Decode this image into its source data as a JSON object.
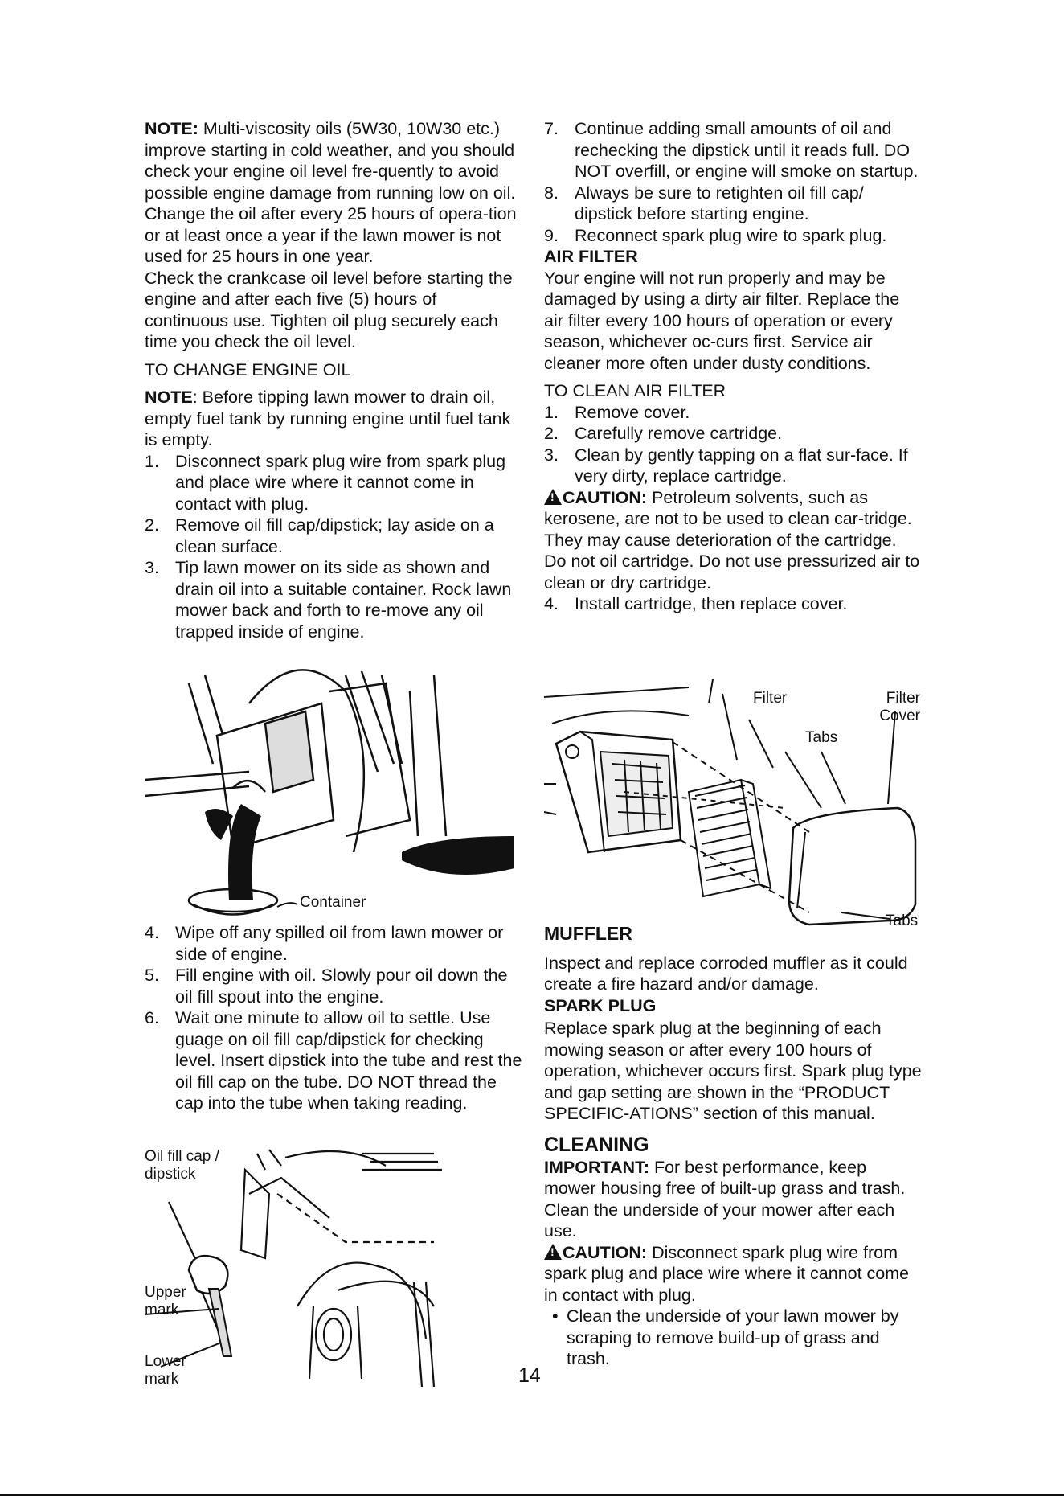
{
  "left": {
    "note1_label": "NOTE:",
    "note1_text": " Multi-viscosity oils (5W30, 10W30 etc.) improve starting in cold weather, and you should check your engine oil level fre-quently to avoid possible engine damage from running low on oil.",
    "change_text": "Change the oil after every 25 hours of opera-tion or at least once a year if the lawn mower is not used for 25 hours in one year.",
    "check_text": "Check the crankcase oil level before starting the engine and after each five (5) hours of continuous use. Tighten oil plug securely each time you check the oil level.",
    "to_change_heading": "TO CHANGE ENGINE OIL",
    "note2_label": "NOTE",
    "note2_text": ": Before tipping lawn mower to drain oil, empty fuel tank by running engine until fuel tank is empty.",
    "steps_a": [
      {
        "num": "1.",
        "text": "Disconnect spark plug wire from spark plug and place wire where it cannot come in contact with plug."
      },
      {
        "num": "2.",
        "text": "Remove oil fill cap/dipstick; lay aside on a clean surface."
      },
      {
        "num": "3.",
        "text": "Tip lawn mower on its side as shown and drain oil into a suitable container. Rock lawn mower back and forth to re-move any oil trapped inside of engine."
      }
    ],
    "fig1_container_label": "Container",
    "steps_b": [
      {
        "num": "4.",
        "text": "Wipe off any spilled oil from lawn mower or side of engine."
      },
      {
        "num": "5.",
        "text": "Fill engine with oil. Slowly pour oil down the oil fill spout into the engine."
      },
      {
        "num": "6.",
        "text": "Wait one minute to allow oil to settle. Use guage on oil fill cap/dipstick for checking level. Insert dipstick into the tube and rest the oil fill cap on the tube. DO NOT thread the cap into the tube when taking reading."
      }
    ],
    "fig2_labels": {
      "cap_line1": "Oil fill cap /",
      "cap_line2": "dipstick",
      "upper_line1": "Upper",
      "upper_line2": "mark",
      "lower_line1": "Lower",
      "lower_line2": "mark"
    }
  },
  "right": {
    "steps_c": [
      {
        "num": "7.",
        "text": "Continue adding small amounts of oil and rechecking the dipstick until it reads full. DO NOT overfill, or engine will smoke on startup."
      },
      {
        "num": "8.",
        "text": "Always be sure to retighten oil fill cap/ dipstick before starting engine."
      },
      {
        "num": "9.",
        "text": "Reconnect spark plug wire to spark plug."
      }
    ],
    "air_filter_heading": "AIR FILTER",
    "air_filter_text": "Your engine will not run properly and may be damaged by using a dirty air filter. Replace the air filter every 100 hours of operation or every season, whichever oc-curs first. Service air cleaner more often under dusty conditions.",
    "to_clean_heading": "TO CLEAN AIR FILTER",
    "clean_steps": [
      {
        "num": "1.",
        "text": "Remove cover."
      },
      {
        "num": "2.",
        "text": "Carefully remove cartridge."
      },
      {
        "num": "3.",
        "text": "Clean by gently tapping on a flat sur-face. If very dirty, replace cartridge."
      }
    ],
    "caution1_label": "CAUTION:",
    "caution1_text": " Petroleum solvents, such as kerosene, are not to be used to clean car-tridge. They may cause deterioration of the cartridge. Do not oil cartridge. Do not use pressurized air to clean or dry cartridge.",
    "clean_step4": {
      "num": "4.",
      "text": "Install cartridge, then replace cover."
    },
    "fig3_labels": {
      "filter": "Filter",
      "filter_cover_1": "Filter",
      "filter_cover_2": "Cover",
      "tabs_top": "Tabs",
      "tabs_bottom": "Tabs"
    },
    "muffler_heading": "MUFFLER",
    "muffler_text": "Inspect and replace corroded muffler as it could create a fire hazard and/or damage.",
    "spark_heading": "SPARK PLUG",
    "spark_text": "Replace spark plug at the beginning of each mowing season or after every 100 hours of operation, whichever occurs first. Spark plug type and gap setting are shown in the “PRODUCT SPECIFIC-ATIONS” section of this manual.",
    "cleaning_heading": "CLEANING",
    "important_label": "IMPORTANT:",
    "important_text": " For best performance, keep mower housing free of built-up grass and trash. Clean the underside of your mower after each use.",
    "caution2_label": "CAUTION:",
    "caution2_text": " Disconnect spark plug wire from spark plug and place wire where it cannot come in contact with plug.",
    "bullets": [
      "Clean the underside of your lawn mower by scraping to remove build-up of grass and trash."
    ]
  },
  "page_number": "14"
}
